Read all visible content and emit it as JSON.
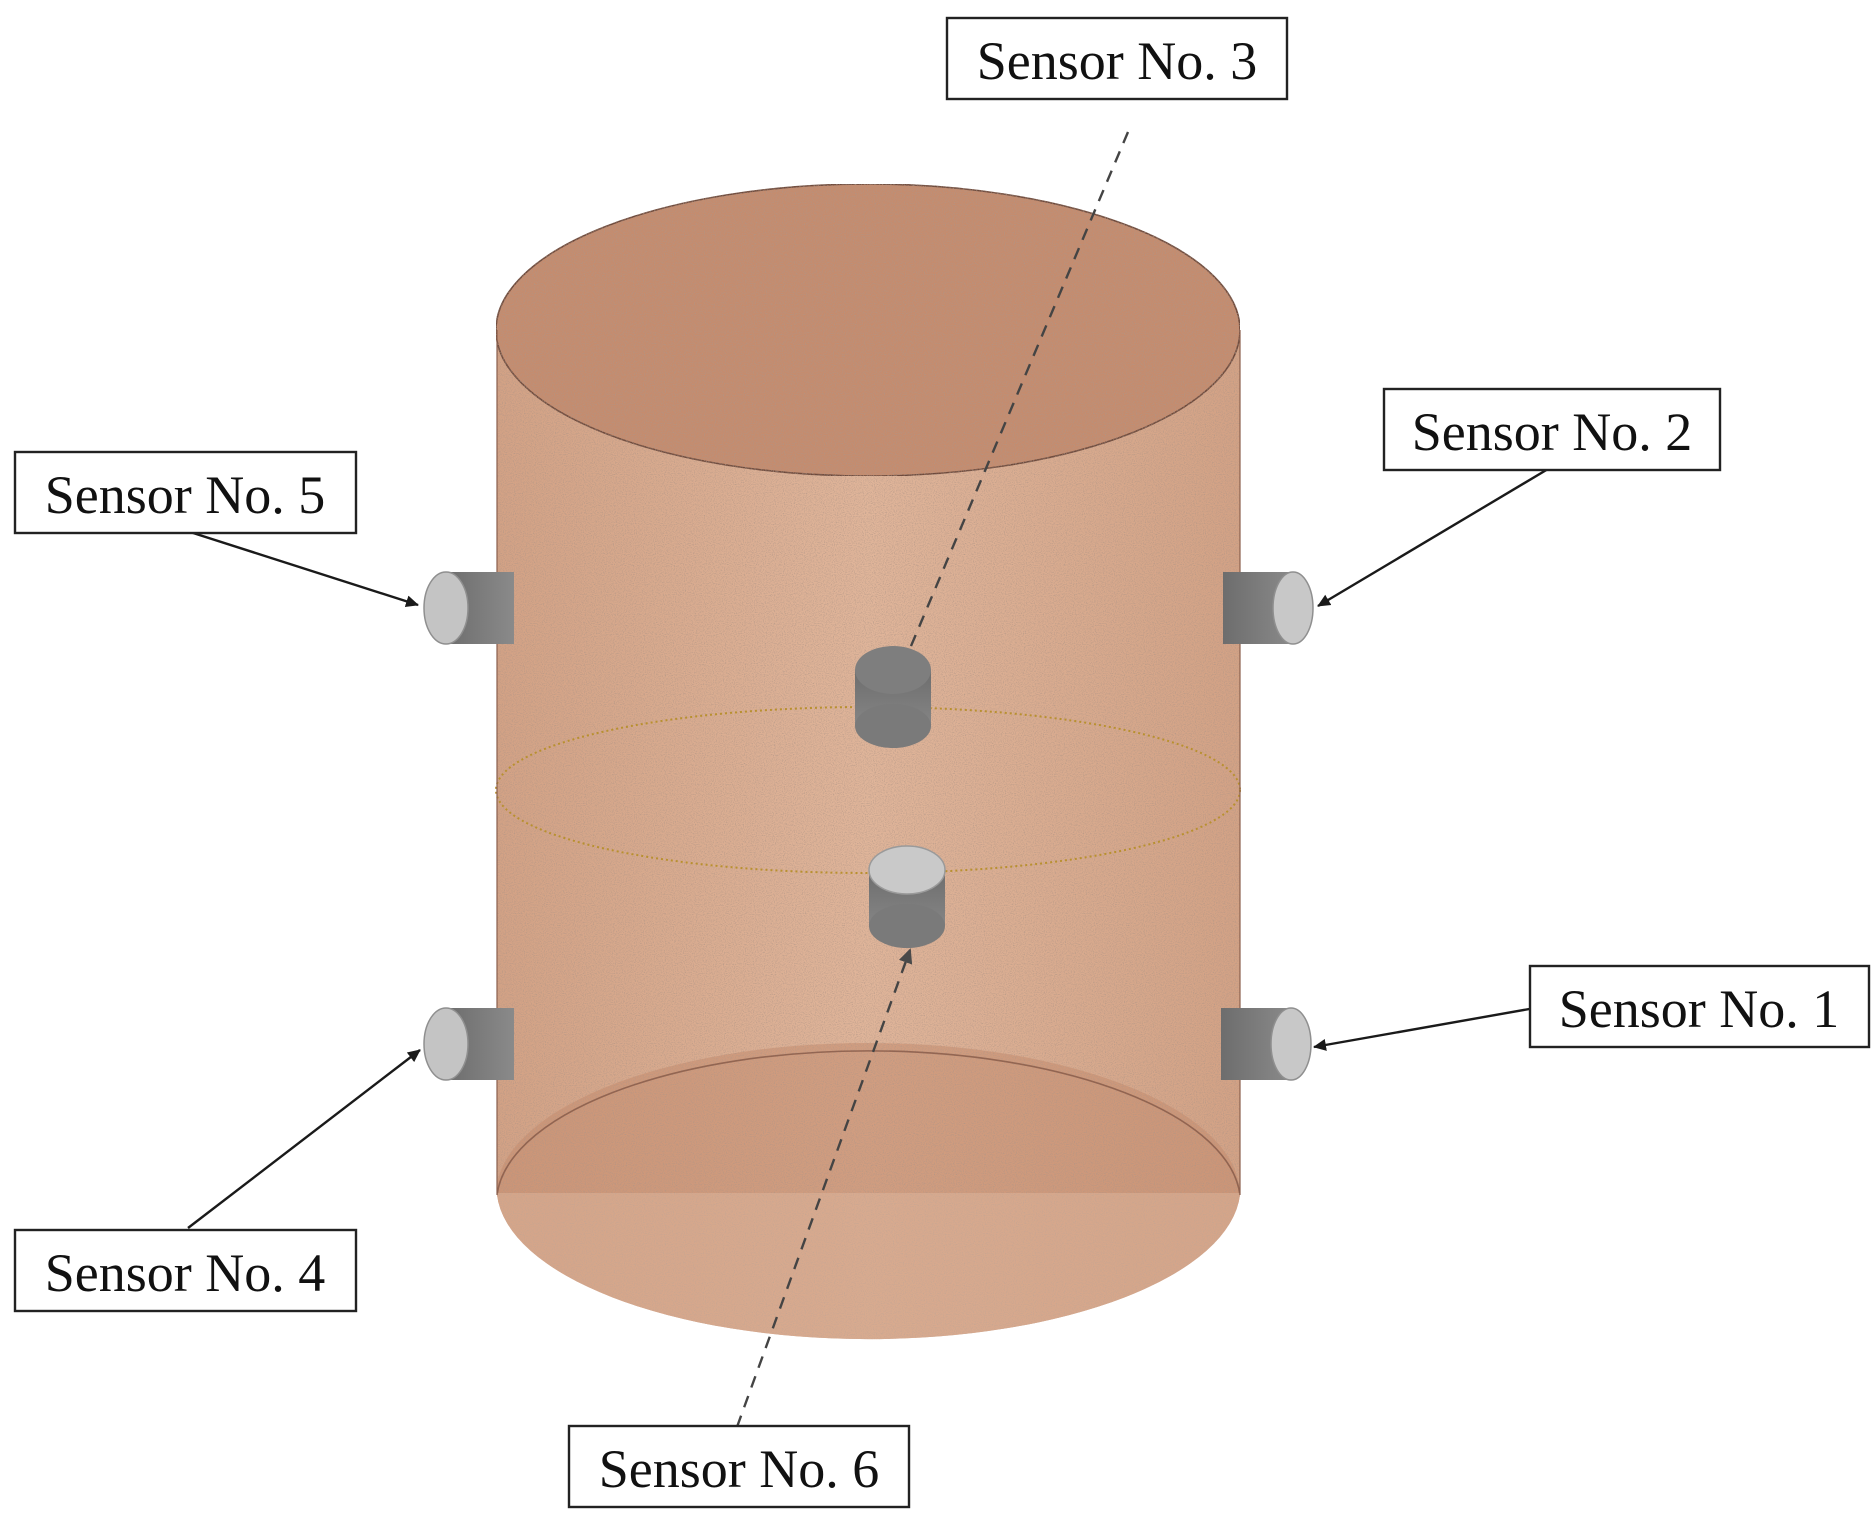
{
  "figure": {
    "specimen": "cylindrical-soil-specimen",
    "colors": {
      "soil_body": "#d9a98c",
      "soil_top": "#c78f71",
      "soil_bottom": "#c58a6c",
      "sensor_dark": "#7b7b7b",
      "sensor_light": "#c9c9c9",
      "mid_ellipse": "#b8902f",
      "label_border": "#222222"
    },
    "sensors": [
      {
        "id": "sensor-1",
        "label": "Sensor No. 1",
        "icon": "sensor-probe-icon"
      },
      {
        "id": "sensor-2",
        "label": "Sensor No. 2",
        "icon": "sensor-probe-icon"
      },
      {
        "id": "sensor-3",
        "label": "Sensor No. 3",
        "icon": "sensor-probe-icon"
      },
      {
        "id": "sensor-4",
        "label": "Sensor No. 4",
        "icon": "sensor-probe-icon"
      },
      {
        "id": "sensor-5",
        "label": "Sensor No. 5",
        "icon": "sensor-probe-icon"
      },
      {
        "id": "sensor-6",
        "label": "Sensor No. 6",
        "icon": "sensor-probe-icon"
      }
    ]
  }
}
